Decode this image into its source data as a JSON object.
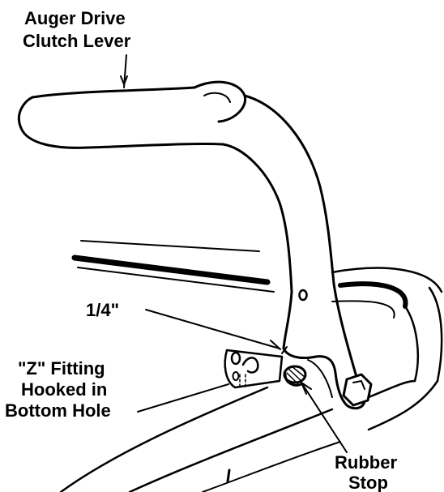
{
  "figure": {
    "labels": {
      "auger_line1": "Auger Drive",
      "auger_line2": "Clutch Lever",
      "gap": "1/4\"",
      "z_line1": "\"Z\" Fitting",
      "z_line2": "Hooked in",
      "z_line3": "Bottom Hole",
      "rubber_line1": "Rubber",
      "rubber_line2": "Stop"
    },
    "colors": {
      "ink": "#000000",
      "paper": "#ffffff"
    }
  }
}
